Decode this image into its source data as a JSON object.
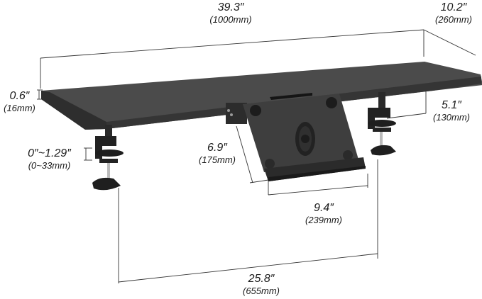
{
  "diagram": {
    "subject": "Desk keyboard tray with C-clamps and tilting document/tablet holder",
    "colors": {
      "board": "#4a4a4a",
      "board_edge": "#2b2b2b",
      "holder": "#3c3c3c",
      "clamp": "#2a2a2a",
      "line": "#333333",
      "text": "#1a1a1a"
    },
    "dimensions": {
      "width_total": {
        "imperial": "39.3″",
        "metric": "(1000mm)"
      },
      "depth_total": {
        "imperial": "10.2″",
        "metric": "(260mm)"
      },
      "thickness": {
        "imperial": "0.6″",
        "metric": "(16mm)"
      },
      "clamp_offset": {
        "imperial": "5.1″",
        "metric": "(130mm)"
      },
      "clamp_range": {
        "imperial": "0″~1.29″",
        "metric": "(0~33mm)"
      },
      "holder_depth": {
        "imperial": "6.9″",
        "metric": "(175mm)"
      },
      "holder_width": {
        "imperial": "9.4″",
        "metric": "(239mm)"
      },
      "clamp_spacing": {
        "imperial": "25.8″",
        "metric": "(655mm)"
      }
    }
  }
}
